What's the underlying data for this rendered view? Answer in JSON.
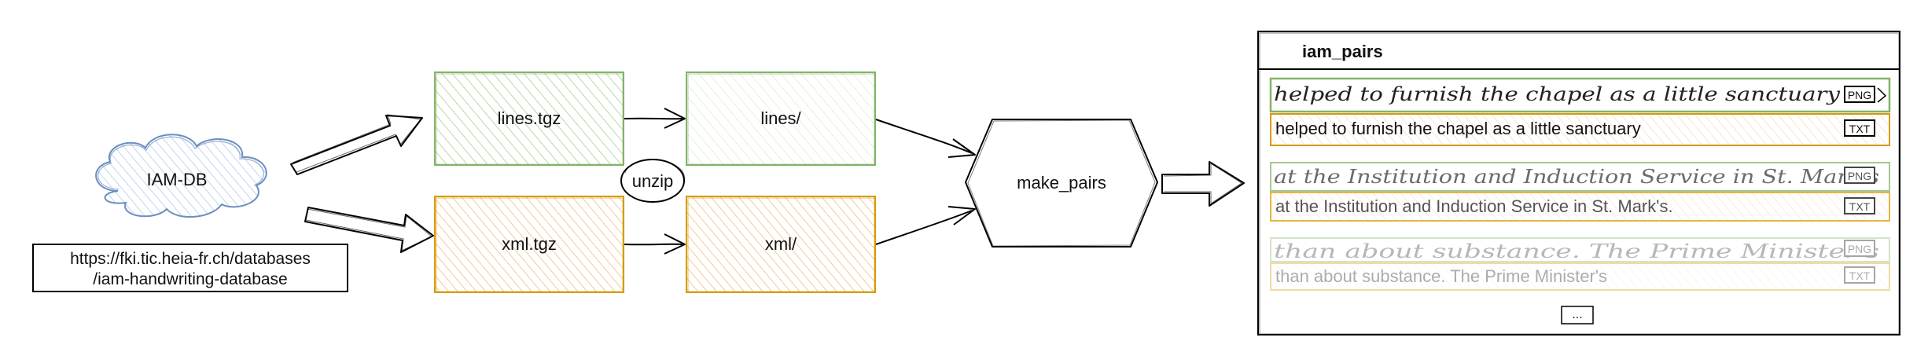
{
  "source": {
    "cloud_label": "IAM-DB",
    "url_line1": "https://fki.tic.heia-fr.ch/databases",
    "url_line2": "/iam-handwriting-database"
  },
  "archives": {
    "lines_tgz": "lines.tgz",
    "xml_tgz": "xml.tgz",
    "unzip_label": "unzip"
  },
  "folders": {
    "lines_dir": "lines/",
    "xml_dir": "xml/"
  },
  "process": {
    "label": "make_pairs"
  },
  "output": {
    "title": "iam_pairs",
    "pairs": [
      {
        "handwriting": "helped to furnish the chapel as a little sanctuary",
        "text": "helped to furnish the chapel as a little sanctuary",
        "png_tag": "PNG",
        "txt_tag": "TXT"
      },
      {
        "handwriting": "at the Institution and Induction Service in St. Mark's",
        "text": "at the Institution and Induction Service in St. Mark's.",
        "png_tag": "PNG",
        "txt_tag": "TXT"
      },
      {
        "handwriting": "than about substance. The Prime Minister's",
        "text": "than about substance. The Prime Minister's",
        "png_tag": "PNG",
        "txt_tag": "TXT"
      }
    ],
    "more_label": "..."
  },
  "colors": {
    "green": "#82b366",
    "green_fill": "#d5e8d4",
    "orange": "#d79b00",
    "orange_fill": "#ffe6cc",
    "blue": "#6c8ebf",
    "blue_fill": "#dae8fc",
    "ink": "#000000"
  }
}
